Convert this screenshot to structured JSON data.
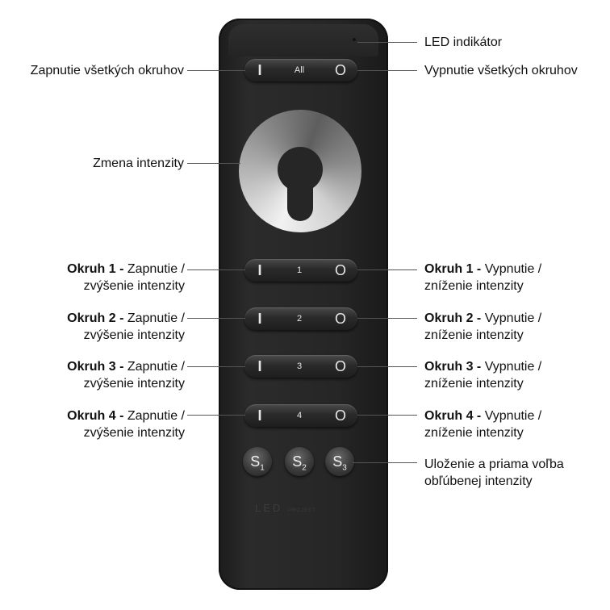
{
  "remote": {
    "all_on": "I",
    "all_label": "All",
    "all_off": "O",
    "zones": [
      {
        "on": "I",
        "label": "1",
        "off": "O"
      },
      {
        "on": "I",
        "label": "2",
        "off": "O"
      },
      {
        "on": "I",
        "label": "3",
        "off": "O"
      },
      {
        "on": "I",
        "label": "4",
        "off": "O"
      }
    ],
    "scenes": [
      {
        "letter": "S",
        "num": "1"
      },
      {
        "letter": "S",
        "num": "2"
      },
      {
        "letter": "S",
        "num": "3"
      }
    ],
    "logo": "LED",
    "logo_small": "PROJECT"
  },
  "labels": {
    "led": "LED indikátor",
    "all_on": "Zapnutie všetkých okruhov",
    "all_off": "Vypnutie všetkých okruhov",
    "intensity": "Zmena intenzity",
    "zones_left": [
      {
        "bold": "Okruh 1 -",
        "text": "Zapnutie /",
        "line2": "zvýšenie intenzity"
      },
      {
        "bold": "Okruh 2 -",
        "text": "Zapnutie /",
        "line2": "zvýšenie intenzity"
      },
      {
        "bold": "Okruh 3 -",
        "text": "Zapnutie /",
        "line2": "zvýšenie intenzity"
      },
      {
        "bold": "Okruh 4 -",
        "text": "Zapnutie /",
        "line2": "zvýšenie intenzity"
      }
    ],
    "zones_right": [
      {
        "bold": "Okruh 1 -",
        "text": "Vypnutie /",
        "line2": "zníženie intenzity"
      },
      {
        "bold": "Okruh 2 -",
        "text": "Vypnutie /",
        "line2": "zníženie intenzity"
      },
      {
        "bold": "Okruh 3 -",
        "text": "Vypnutie /",
        "line2": "zníženie intenzity"
      },
      {
        "bold": "Okruh 4 -",
        "text": "Vypnutie /",
        "line2": "zníženie intenzity"
      }
    ],
    "scenes_line1": "Uloženie a priama voľba",
    "scenes_line2": "obľúbenej intenzity"
  }
}
